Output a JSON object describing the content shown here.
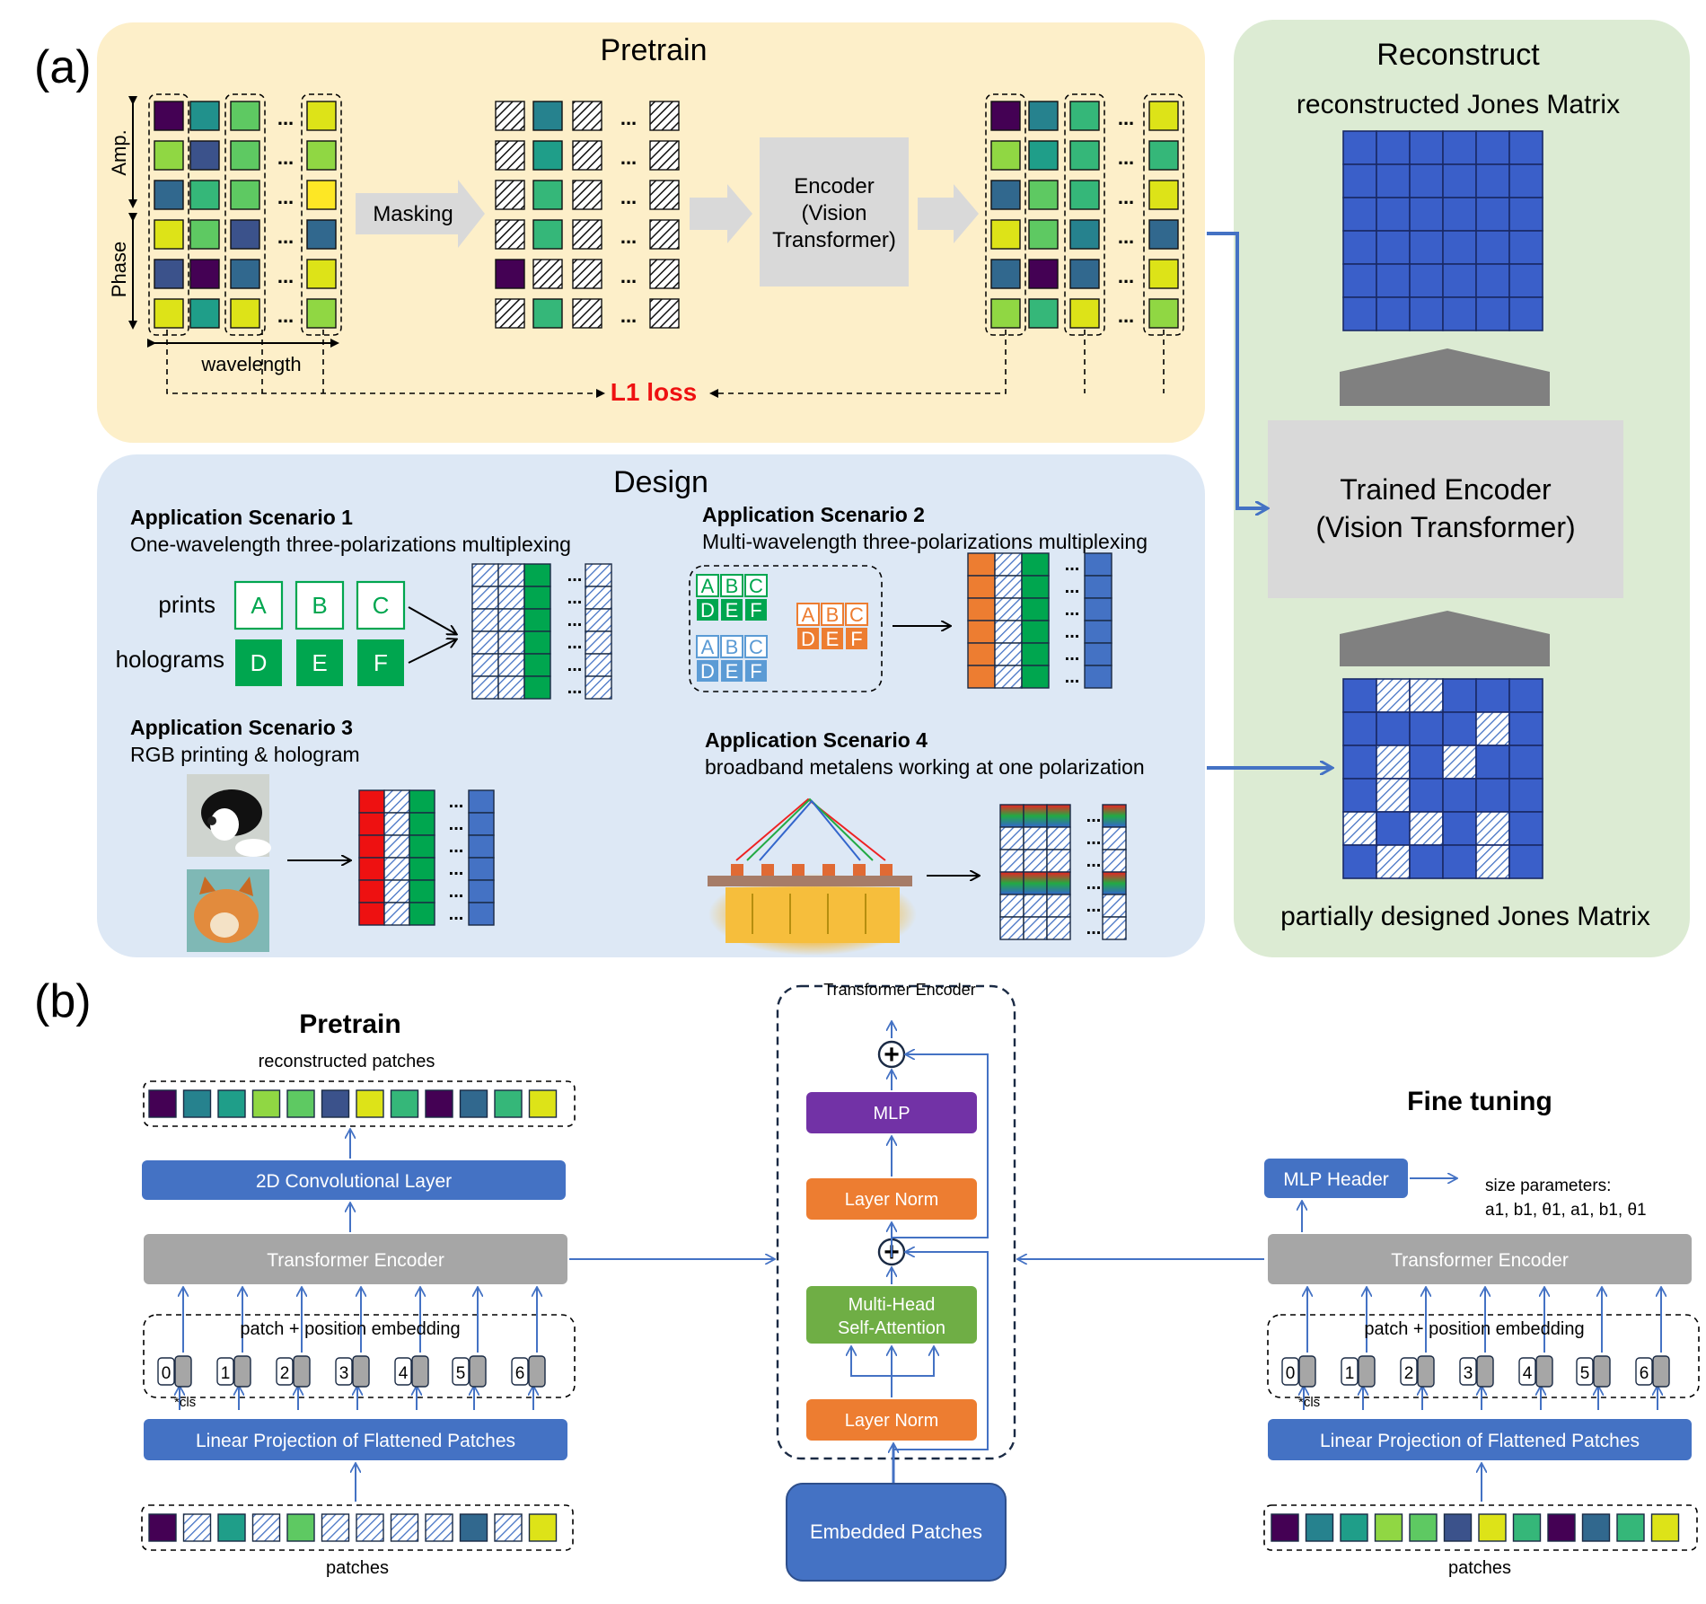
{
  "colors": {
    "pretrain_bg": "#fdefc9",
    "design_bg": "#dde8f5",
    "reconstruct_bg": "#dcebd3",
    "grey_box": "#d9d9d9",
    "blue": "#4472c4",
    "dark_blue_cell": "#3a5fc9",
    "green": "#00a64f",
    "orange": "#ed7d31",
    "red": "#ee1111",
    "purple": "#7030a0",
    "mlp_purple": "#7232a6",
    "norm_orange": "#ed7d31",
    "attn_green": "#6fae45",
    "encoder_grey": "#a6a6a6",
    "arrow_blue": "#4472c4",
    "loss_red": "#ee1111"
  },
  "viridis": [
    "#440154",
    "#3b528b",
    "#21918c",
    "#5ec962",
    "#fde725",
    "#31688e",
    "#35b779",
    "#90d743",
    "#b5de2b",
    "#26828e",
    "#1f9e89",
    "#dde318"
  ],
  "panel_a": {
    "label": "(a)",
    "pretrain": {
      "title": "Pretrain",
      "amp_label": "Amp.",
      "phase_label": "Phase",
      "wavelength_label": "wavelength",
      "masking_label": "Masking",
      "encoder_line1": "Encoder",
      "encoder_line2": "(Vision",
      "encoder_line3": "Transformer)",
      "loss_label": "L1 loss",
      "ellipsis": "..."
    },
    "reconstruct": {
      "title": "Reconstruct",
      "top_caption": "reconstructed Jones Matrix",
      "encoder_line1": "Trained Encoder",
      "encoder_line2": "(Vision Transformer)",
      "bottom_caption": "partially designed Jones Matrix"
    },
    "design": {
      "title": "Design",
      "scenario1_title": "Application Scenario 1",
      "scenario1_desc": "One-wavelength three-polarizations multiplexing",
      "prints_label": "prints",
      "holograms_label": "holograms",
      "letters_top": [
        "A",
        "B",
        "C"
      ],
      "letters_bottom": [
        "D",
        "E",
        "F"
      ],
      "scenario2_title": "Application Scenario 2",
      "scenario2_desc": "Multi-wavelength three-polarizations multiplexing",
      "scenario3_title": "Application Scenario 3",
      "scenario3_desc": "RGB printing & hologram",
      "scenario4_title": "Application Scenario 4",
      "scenario4_desc": "broadband metalens working at one polarization"
    }
  },
  "panel_b": {
    "label": "(b)",
    "pretrain": {
      "title": "Pretrain",
      "reconstructed_label": "reconstructed patches",
      "conv_label": "2D Convolutional Layer",
      "encoder_label": "Transformer Encoder",
      "embedding_label": "patch + position embedding",
      "cls_label": "*cls",
      "position_indices": [
        "0",
        "1",
        "2",
        "3",
        "4",
        "5",
        "6"
      ],
      "linear_label": "Linear Projection of Flattened Patches",
      "patches_label": "patches"
    },
    "encoder_block": {
      "title": "Transformer Encoder",
      "mlp_label": "MLP",
      "norm_label_top": "Layer Norm",
      "attention_line1": "Multi-Head",
      "attention_line2": "Self-Attention",
      "norm_label_bottom": "Layer Norm",
      "embedded_label": "Embedded Patches",
      "plus_symbol": "+"
    },
    "finetune": {
      "title": "Fine tuning",
      "header_label": "MLP Header",
      "size_label": "size parameters:",
      "size_values": "a1, b1, θ1, a1, b1, θ1",
      "encoder_label": "Transformer Encoder",
      "embedding_label": "patch + position embedding",
      "cls_label": "*cls",
      "position_indices": [
        "0",
        "1",
        "2",
        "3",
        "4",
        "5",
        "6"
      ],
      "linear_label": "Linear Projection of Flattened Patches",
      "patches_label": "patches"
    }
  }
}
